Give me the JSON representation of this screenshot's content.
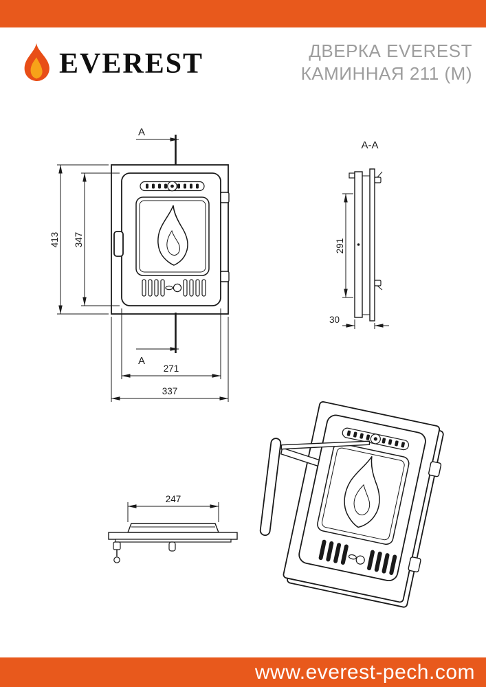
{
  "header": {
    "logo_text": "EVEREST",
    "product_title_line1": "ДВЕРКА EVEREST",
    "product_title_line2": "КАМИННАЯ 211 (М)"
  },
  "footer": {
    "website": "www.everest-pech.com"
  },
  "colors": {
    "accent_orange": "#e8591c",
    "title_gray": "#9d9d9d",
    "drawing_line": "#1a1a1a",
    "flame_outer": "#e84e17",
    "flame_inner": "#f7a219"
  },
  "views": {
    "front": {
      "section_label_top": "A",
      "section_label_bottom": "A",
      "dim_outer_height": "413",
      "dim_inner_height": "347",
      "dim_inner_width": "271",
      "dim_outer_width": "337"
    },
    "section": {
      "label": "A-A",
      "dim_height": "291",
      "dim_depth": "30"
    },
    "top": {
      "dim_width": "247"
    }
  }
}
